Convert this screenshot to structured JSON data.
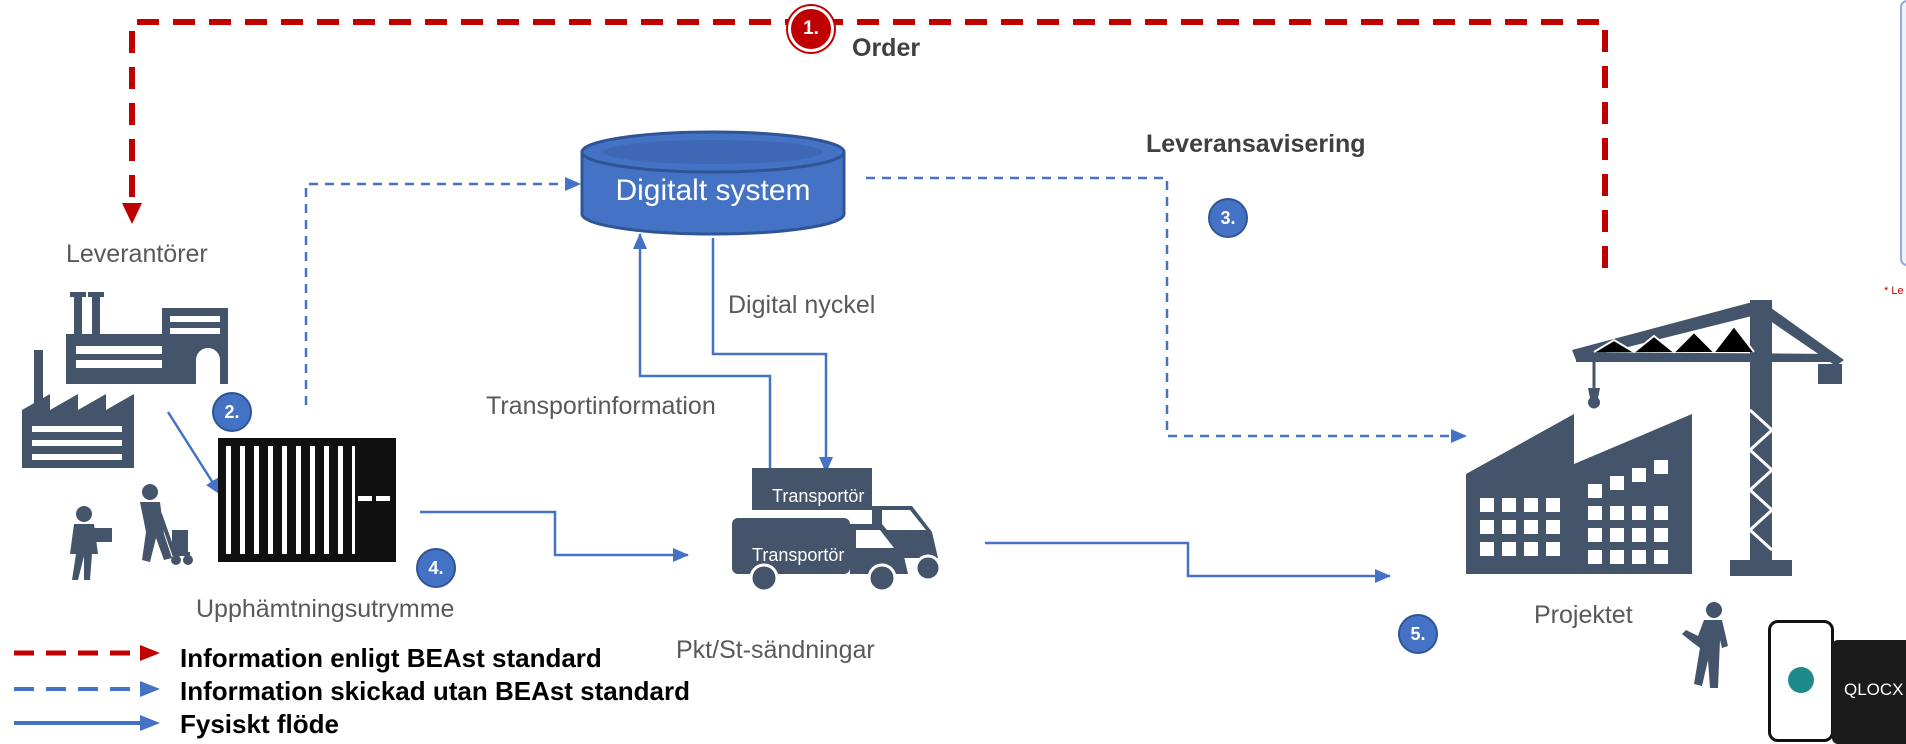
{
  "steps": {
    "step1": {
      "number": "1.",
      "label": "Order"
    },
    "step2": {
      "number": "2."
    },
    "step3": {
      "number": "3.",
      "label": "Leveransavisering"
    },
    "step4": {
      "number": "4."
    },
    "step5": {
      "number": "5."
    }
  },
  "nodes": {
    "suppliers": "Leverantörer",
    "pickup_room": "Upphämtningsutrymme",
    "digital_system": "Digitalt system",
    "digital_key": "Digital nyckel",
    "transport_info": "Transportinformation",
    "carrier_top": "Transportör",
    "carrier_bottom": "Transportör",
    "shipments": "Pkt/St-sändningar",
    "project": "Projektet",
    "footnote": "* Le",
    "brand": "QLOCX"
  },
  "legend": [
    {
      "style": "red-dashed",
      "text": "Information enligt BEAst standard"
    },
    {
      "style": "blue-dashed",
      "text": "Information skickad utan BEAst standard"
    },
    {
      "style": "blue-solid",
      "text": "Fysiskt flöde"
    }
  ],
  "colors": {
    "red": "#C00000",
    "blue": "#4472C4",
    "icon": "#44546A"
  },
  "icons": [
    "factory-icon",
    "warehouse-icon",
    "workers-icon",
    "container-icon",
    "database-icon",
    "van-icon",
    "crane-icon",
    "building-icon",
    "technician-icon",
    "phone-icon",
    "lock-device-icon"
  ]
}
